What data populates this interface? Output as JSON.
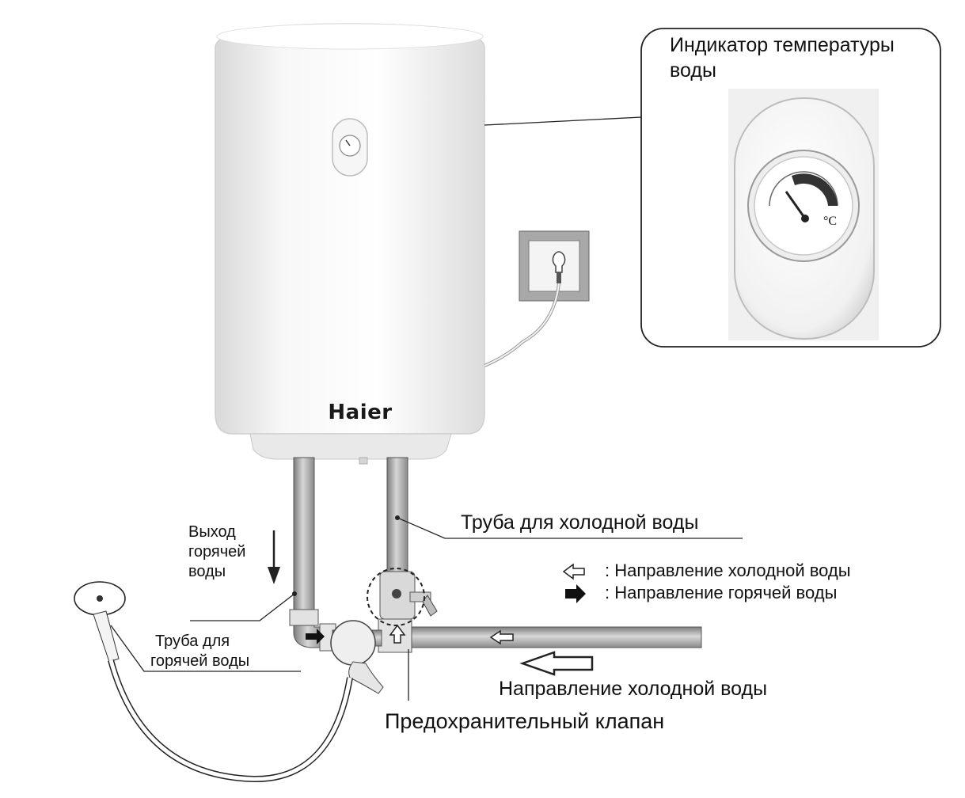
{
  "labels": {
    "temp_indicator_line1": "Индикатор температуры",
    "temp_indicator_line2": "воды",
    "unit_celsius": "°C",
    "brand": "Haier",
    "cold_pipe": "Труба для холодной воды",
    "hot_outlet_line1": "Выход",
    "hot_outlet_line2": "горячей",
    "hot_outlet_line3": "воды",
    "hot_pipe_line1": "Труба для",
    "hot_pipe_line2": "горячей воды",
    "cold_direction": "Направление холодной воды",
    "safety_valve": "Предохранительный клапан"
  },
  "legend": [
    {
      "symbol": "hollow-left-arrow-icon",
      "text": ": Направление холодной воды"
    },
    {
      "symbol": "solid-right-arrow-icon",
      "text": ": Направление горячей воды"
    }
  ],
  "colors": {
    "outline": "#222222",
    "heater_body": "#f2f2f2",
    "pipe": "#b5b5b5",
    "socket_frame": "#a8a8a8"
  }
}
